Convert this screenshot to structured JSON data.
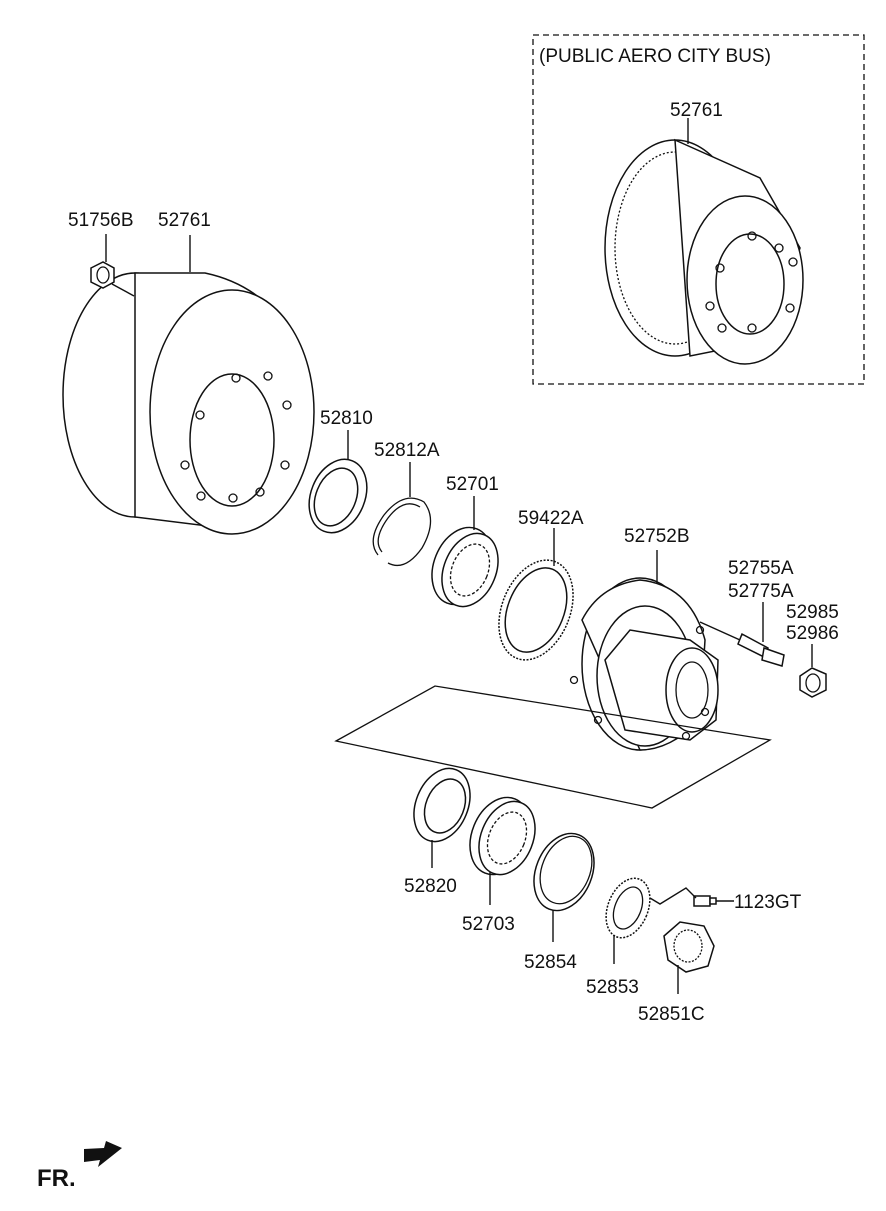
{
  "header": {
    "variant_label": "(PUBLIC AERO CITY BUS)"
  },
  "parts": {
    "p51756B": "51756B",
    "p52761_main": "52761",
    "p52761_inset": "52761",
    "p52810": "52810",
    "p52812A": "52812A",
    "p52701": "52701",
    "p59422A": "59422A",
    "p52752B": "52752B",
    "p52755A": "52755A",
    "p52775A": "52775A",
    "p52985": "52985",
    "p52986": "52986",
    "p52820": "52820",
    "p52703": "52703",
    "p52854": "52854",
    "p52853": "52853",
    "p52851C": "52851C",
    "p1123GT": "1123GT"
  },
  "footer": {
    "direction_label": "FR."
  }
}
